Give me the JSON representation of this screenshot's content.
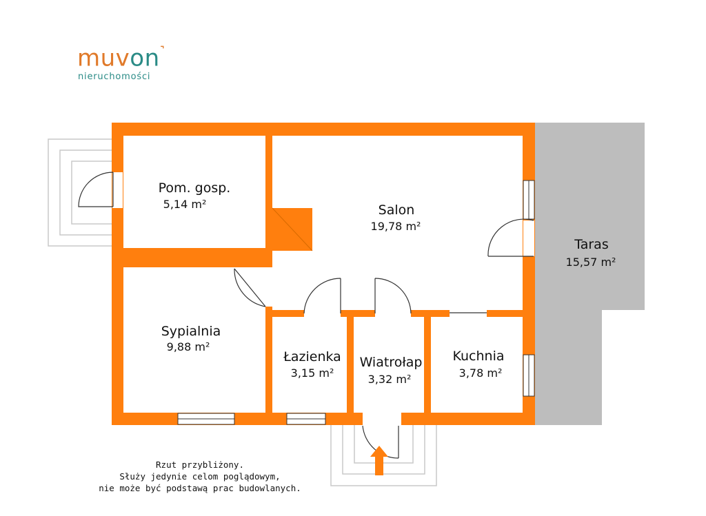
{
  "logo": {
    "brand_part1": "muv",
    "brand_part2": "on",
    "tagline": "nieruchomości",
    "color_part1": "#e07a2a",
    "color_part2": "#2a8b86"
  },
  "rooms": {
    "pom_gosp": {
      "label": "Pom. gosp.",
      "area": "5,14 m²"
    },
    "salon": {
      "label": "Salon",
      "area": "19,78 m²"
    },
    "taras": {
      "label": "Taras",
      "area": "15,57 m²"
    },
    "sypialnia": {
      "label": "Sypialnia",
      "area": "9,88 m²"
    },
    "lazienka": {
      "label": "Łazienka",
      "area": "3,15 m²"
    },
    "wiatrolap": {
      "label": "Wiatrołap",
      "area": "3,32 m²"
    },
    "kuchnia": {
      "label": "Kuchnia",
      "area": "3,78 m²"
    }
  },
  "note": {
    "line1": "Rzut przybliżony.",
    "line2": "Służy jedynie celom poglądowym,",
    "line3": "nie może być podstawą prac budowlanych."
  },
  "colors": {
    "wall": "#ff7f0e",
    "terrace": "#bdbdbd",
    "stairs": "#c9c9c9",
    "entrance_arrow": "#ff7f0e"
  },
  "icons": {
    "entrance": "entrance-arrow-icon"
  }
}
